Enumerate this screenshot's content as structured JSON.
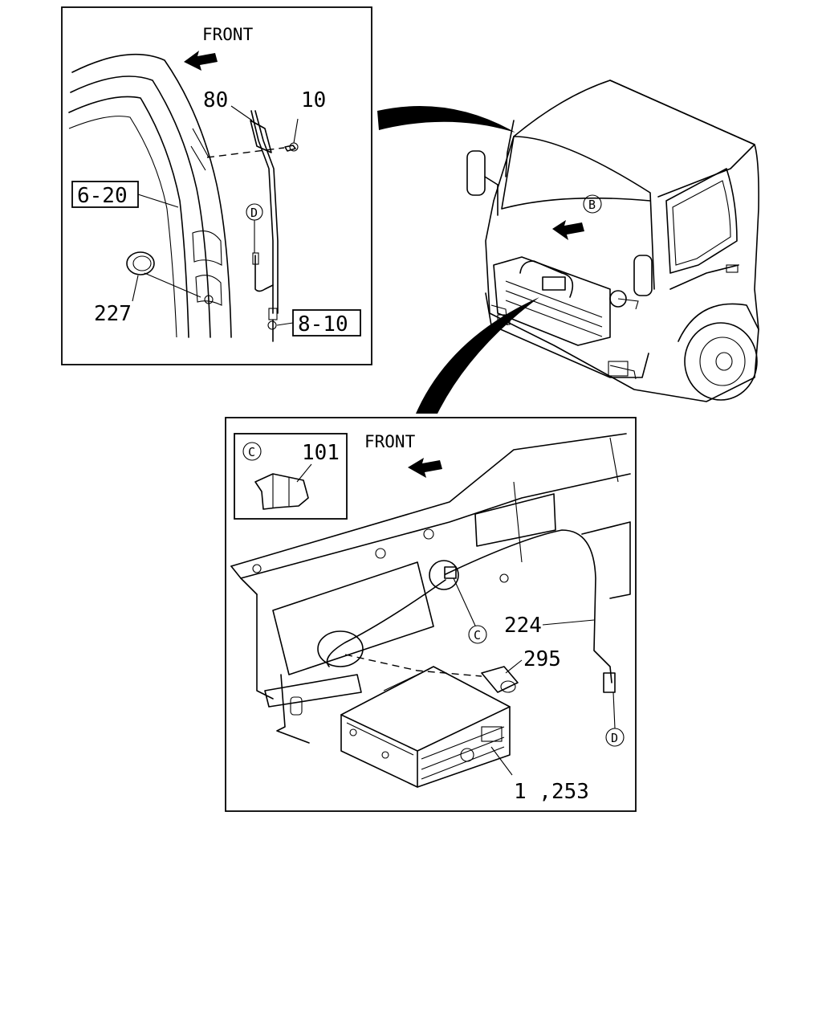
{
  "inset_top": {
    "direction_label": "FRONT",
    "parts": [
      {
        "id": "80",
        "label": "80"
      },
      {
        "id": "10",
        "label": "10"
      },
      {
        "id": "227",
        "label": "227"
      }
    ],
    "refs": [
      {
        "id": "6-20",
        "label": "6-20"
      },
      {
        "id": "8-10",
        "label": "8-10"
      }
    ],
    "connector_letter": "D"
  },
  "truck_view": {
    "view_letter": "B"
  },
  "inset_bottom": {
    "direction_label": "FRONT",
    "detail_letter": "C",
    "detail_part": "101",
    "connector_letter_c": "C",
    "connector_letter_d": "D",
    "parts": [
      {
        "id": "224",
        "label": "224"
      },
      {
        "id": "295",
        "label": "295"
      },
      {
        "id": "1,253",
        "label": "1 ,253"
      }
    ]
  }
}
